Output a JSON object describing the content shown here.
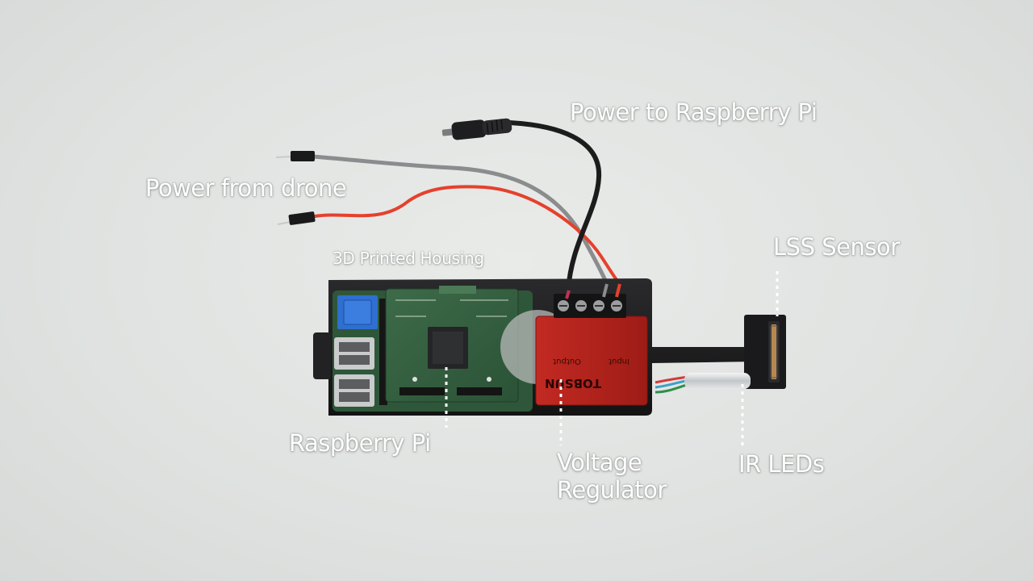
{
  "annotations": {
    "power_to_pi": "Power to Raspberry Pi",
    "power_from_drone": "Power from drone",
    "housing": "3D Printed Housing",
    "lss_sensor": "LSS Sensor",
    "raspberry_pi": "Raspberry Pi",
    "voltage_regulator_line1": "Voltage",
    "voltage_regulator_line2": "Regulator",
    "ir_leds": "IR LEDs"
  },
  "regulator_text": {
    "brand": "TOBSUN",
    "input": "Input",
    "output": "Output"
  },
  "colors": {
    "background": "#e2e5e3",
    "housing": "#1c1c1e",
    "pcb": "#2f5a3c",
    "regulator": "#b4211b",
    "label_text": "#ffffff",
    "red_wire": "#e8402c",
    "gray_wire": "#8b8d8f",
    "black_wire": "#1b1b1c"
  },
  "icons": [
    "micro-usb-plug",
    "jumper-pin",
    "usb-port",
    "terminal-block",
    "cpu-chip",
    "sensor-window"
  ]
}
